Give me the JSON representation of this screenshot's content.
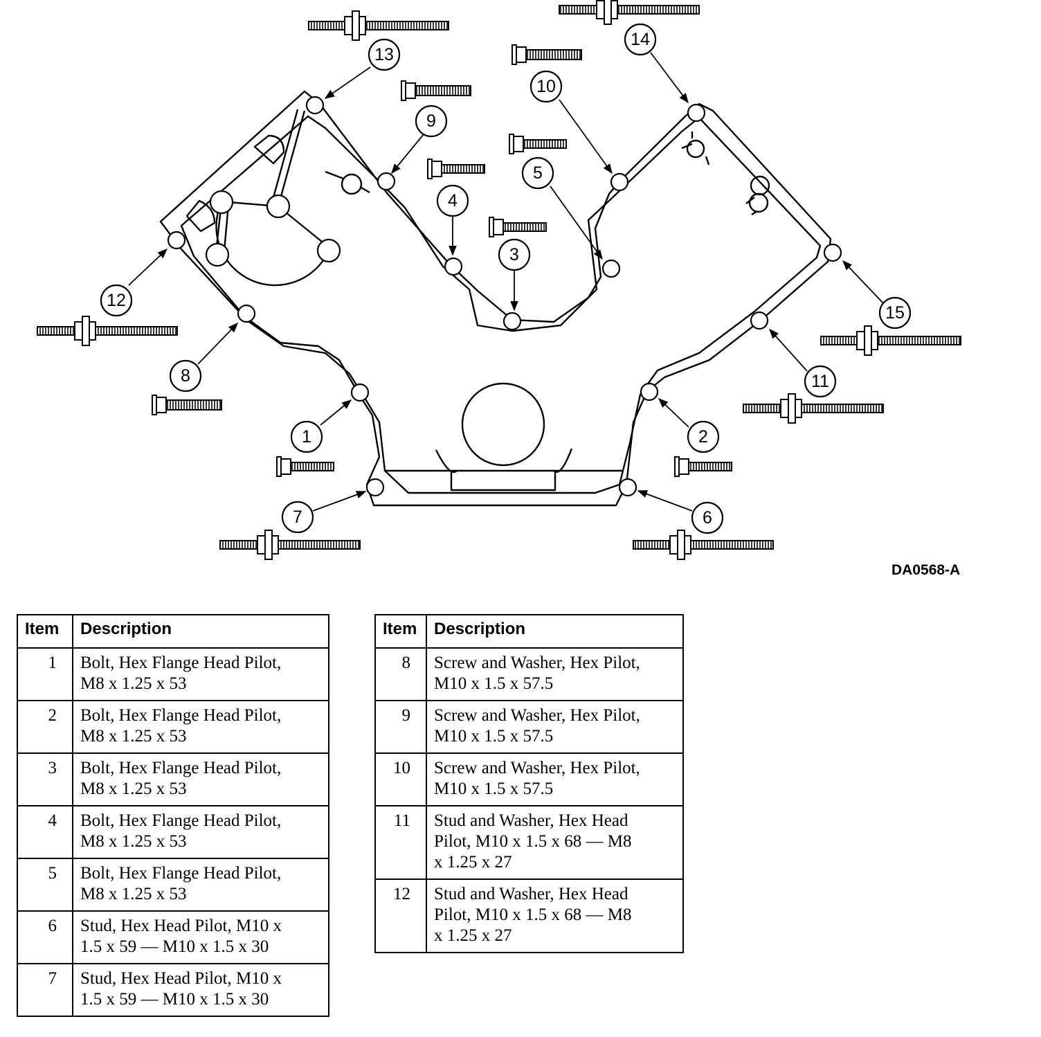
{
  "figure_id": "DA0568-A",
  "callouts": [
    "1",
    "2",
    "3",
    "4",
    "5",
    "6",
    "7",
    "8",
    "9",
    "10",
    "11",
    "12",
    "13",
    "14",
    "15"
  ],
  "table_left": {
    "headers": {
      "item": "Item",
      "description": "Description"
    },
    "rows": [
      {
        "item": "1",
        "line1": "Bolt, Hex Flange Head Pilot,",
        "line2": "M8 x 1.25 x 53"
      },
      {
        "item": "2",
        "line1": "Bolt, Hex Flange Head Pilot,",
        "line2": "M8 x 1.25 x 53"
      },
      {
        "item": "3",
        "line1": "Bolt, Hex Flange Head Pilot,",
        "line2": "M8 x 1.25 x 53"
      },
      {
        "item": "4",
        "line1": "Bolt, Hex Flange Head Pilot,",
        "line2": "M8 x 1.25 x 53"
      },
      {
        "item": "5",
        "line1": "Bolt, Hex Flange Head Pilot,",
        "line2": "M8 x 1.25 x 53"
      },
      {
        "item": "6",
        "line1": "Stud, Hex Head Pilot, M10 x",
        "line2": "1.5 x 59 — M10 x 1.5 x 30"
      },
      {
        "item": "7",
        "line1": "Stud, Hex Head Pilot, M10 x",
        "line2": "1.5 x 59 — M10 x 1.5 x 30"
      }
    ]
  },
  "table_right": {
    "headers": {
      "item": "Item",
      "description": "Description"
    },
    "rows": [
      {
        "item": "8",
        "line1": "Screw and Washer, Hex Pilot,",
        "line2": "M10 x 1.5 x 57.5"
      },
      {
        "item": "9",
        "line1": "Screw and Washer, Hex Pilot,",
        "line2": "M10 x 1.5 x 57.5"
      },
      {
        "item": "10",
        "line1": "Screw and Washer, Hex Pilot,",
        "line2": "M10 x 1.5 x 57.5"
      },
      {
        "item": "11",
        "line1": "Stud and Washer, Hex Head",
        "line2": "Pilot, M10 x 1.5 x 68 — M8",
        "line3": "x 1.25 x 27"
      },
      {
        "item": "12",
        "line1": "Stud and Washer, Hex Head",
        "line2": "Pilot, M10 x 1.5 x 68 — M8",
        "line3": "x 1.25 x 27"
      }
    ]
  }
}
